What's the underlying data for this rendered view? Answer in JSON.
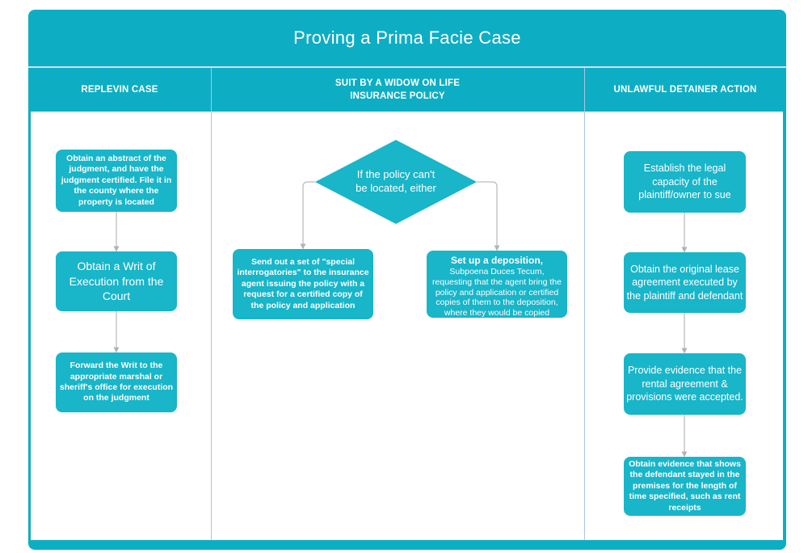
{
  "title": "Proving a Prima Facie Case",
  "colors": {
    "band": "#0DAEC4",
    "node": "#19B5C9",
    "divider": "#A8C6E4",
    "gap": "#CFE2F2",
    "connector": "#BDBDBD"
  },
  "lanes": [
    {
      "header": "REPLEVIN CASE",
      "steps": [
        {
          "label": "Obtain an abstract of the judgment, and have the judgment certified.  File it in the county where the property is located"
        },
        {
          "label": "Obtain a Writ of Execution from the Court"
        },
        {
          "label": "Forward the Writ to the appropriate marshal or sheriff's office for execution on the judgment"
        }
      ]
    },
    {
      "header": "SUIT BY A WIDOW ON LIFE INSURANCE POLICY",
      "decision": "If the policy can't be located, either",
      "branches": [
        {
          "label": "Send out a set of \"special interrogatories\" to the insurance agent issuing the policy with a request for a certified copy of the policy and application"
        },
        {
          "lead": "Set up a deposition,",
          "label": "Subpoena Duces Tecum, requesting that the agent bring the policy and application or certified copies of them to the deposition, where they would be copied"
        }
      ]
    },
    {
      "header": "UNLAWFUL DETAINER ACTION",
      "steps": [
        {
          "label": "Establish the legal capacity of the plaintiff/owner to sue"
        },
        {
          "label": "Obtain the original lease agreement executed by the plaintiff and defendant"
        },
        {
          "label": "Provide evidence that the rental agreement & provisions were accepted."
        },
        {
          "label": "Obtain evidence that shows the defendant stayed in the premises for the length of time specified, such as rent receipts"
        }
      ]
    }
  ]
}
